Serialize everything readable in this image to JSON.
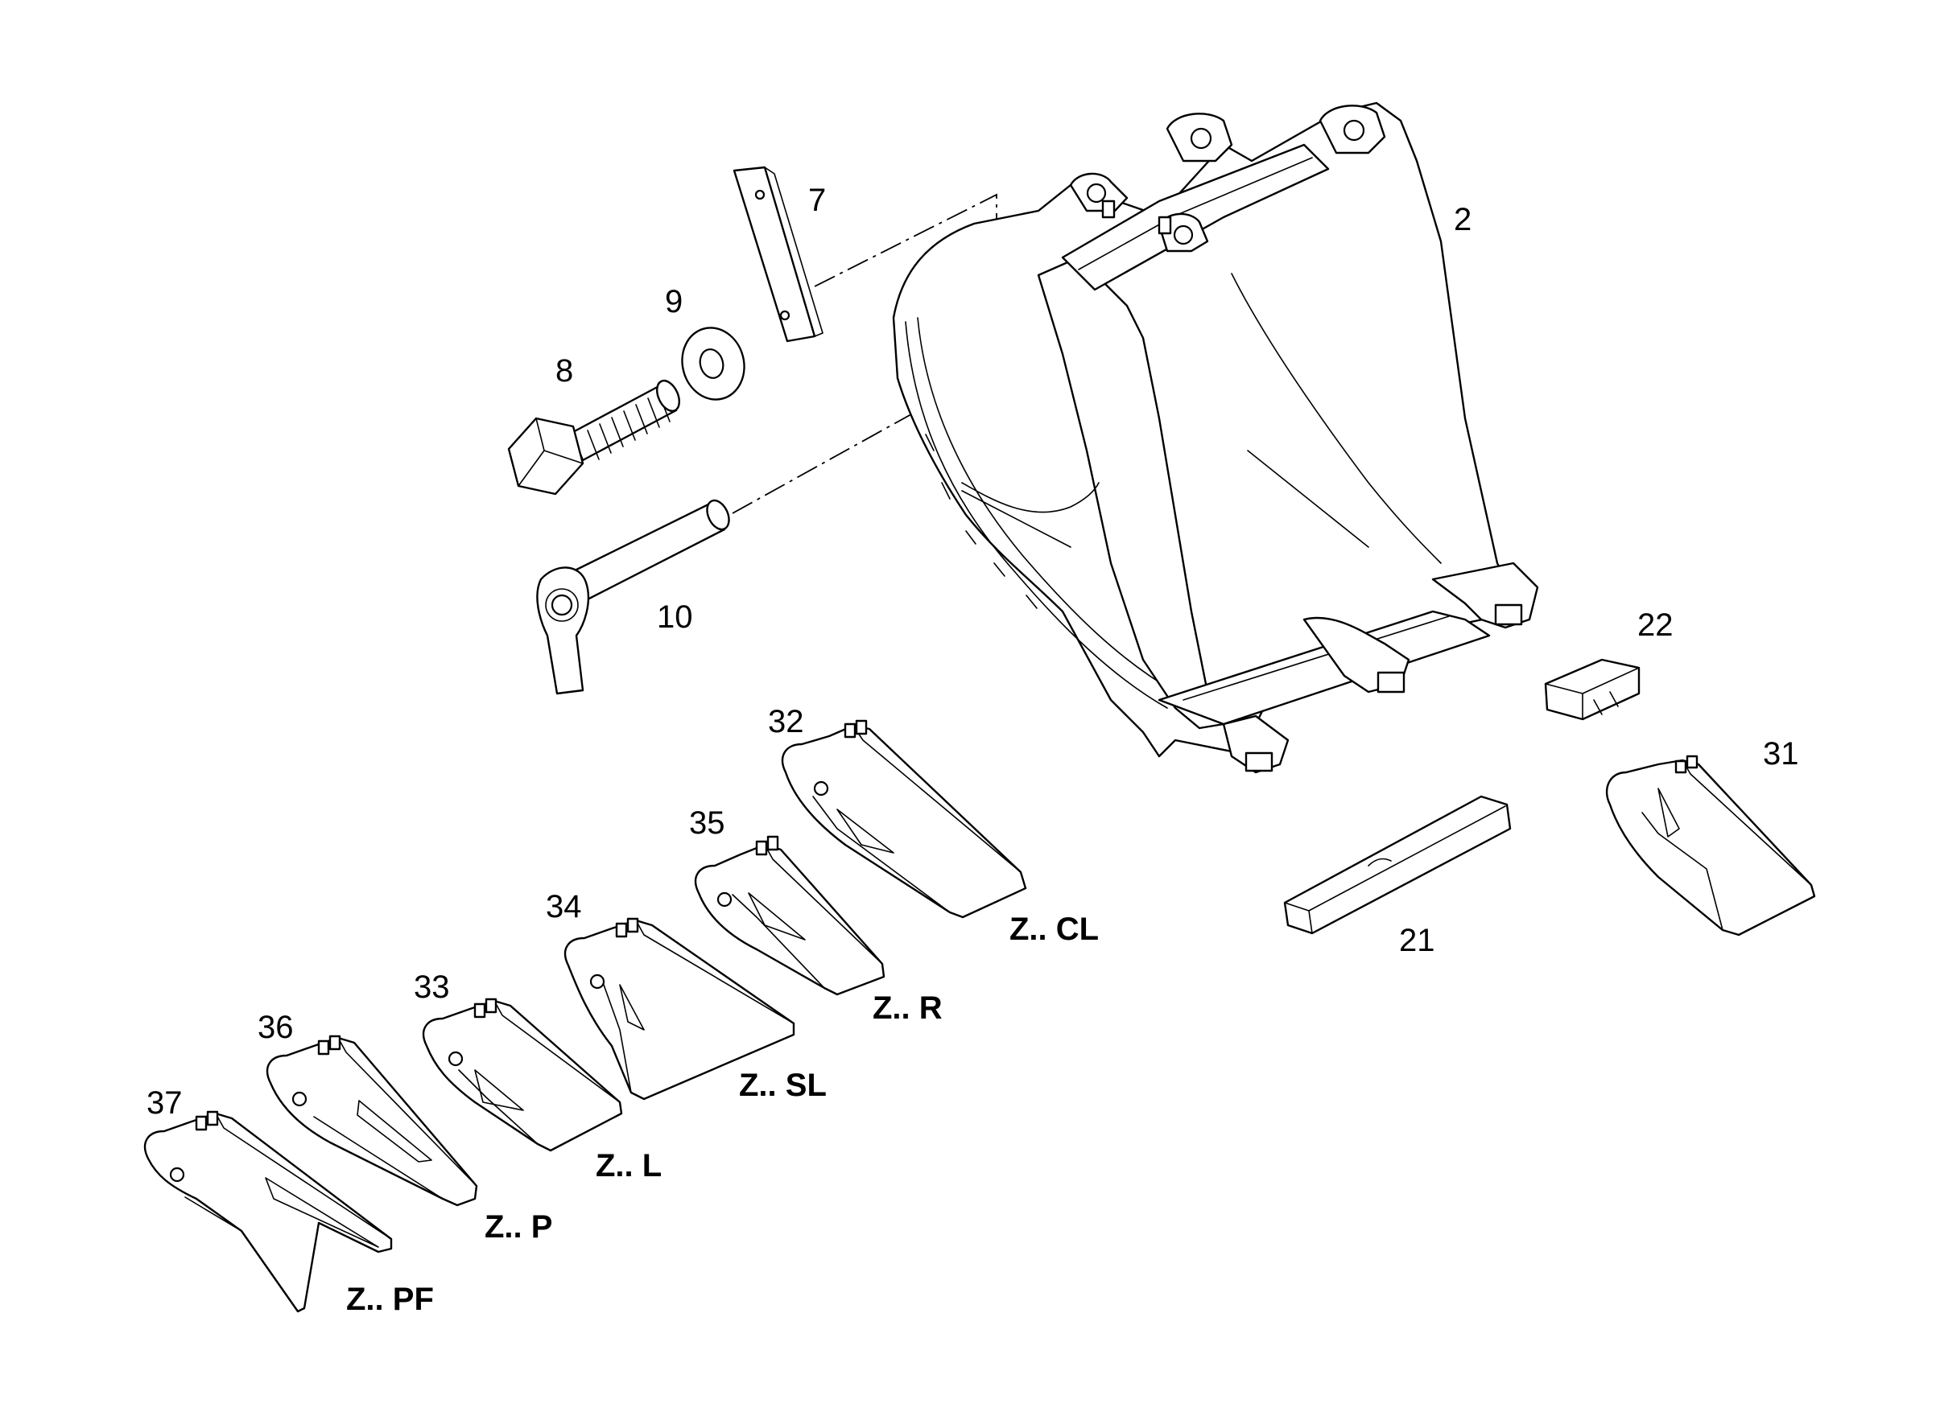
{
  "callouts": {
    "c2": "2",
    "c7": "7",
    "c8": "8",
    "c9": "9",
    "c10": "10",
    "c21": "21",
    "c22": "22",
    "c31": "31",
    "c32": "32",
    "c33": "33",
    "c34": "34",
    "c35": "35",
    "c36": "36",
    "c37": "37"
  },
  "variants": {
    "cl": "Z.. CL",
    "r": "Z.. R",
    "sl": "Z.. SL",
    "l": "Z.. L",
    "p": "Z.. P",
    "pf": "Z.. PF"
  }
}
